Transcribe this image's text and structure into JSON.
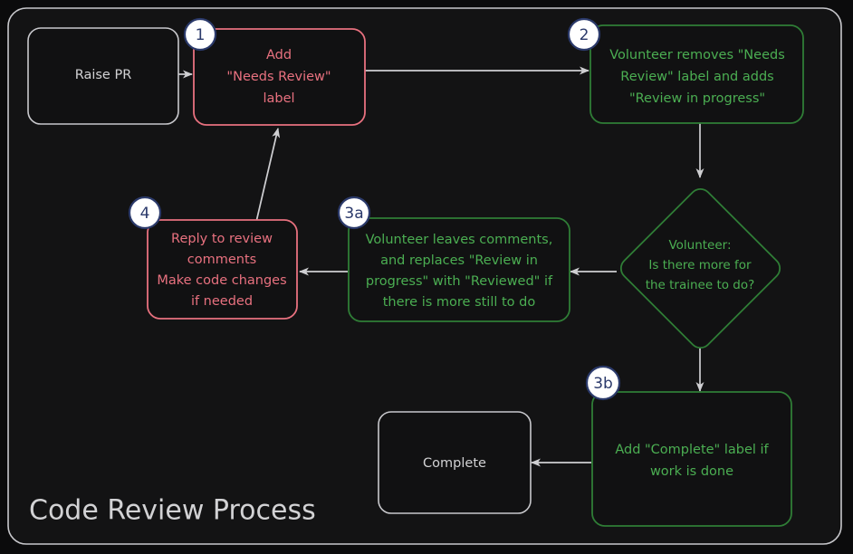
{
  "diagram": {
    "title": "Code Review Process",
    "background_color": "#0b0b0c",
    "container_border_color": "#c8c8cc",
    "colors": {
      "neutral_stroke": "#c8c8cc",
      "neutral_text": "#d2d2d4",
      "red_stroke": "#e8717f",
      "red_text": "#e8717f",
      "green_stroke": "#2f7d36",
      "green_text": "#4bae52",
      "arrow": "#cfcfd2",
      "badge_fill": "#ffffff",
      "badge_stroke": "#2b3a6b",
      "badge_text": "#2b3a6b"
    },
    "nodes": {
      "raise_pr": {
        "label": "Raise PR",
        "shape": "rounded-rect",
        "style": "neutral"
      },
      "add_needs_review": {
        "badge": "1",
        "shape": "rounded-rect",
        "style": "red",
        "lines": [
          "Add",
          "\"Needs Review\"",
          "label"
        ]
      },
      "volunteer_removes": {
        "badge": "2",
        "shape": "rounded-rect",
        "style": "green",
        "lines": [
          "Volunteer removes \"Needs",
          "Review\" label and adds",
          "\"Review in progress\""
        ]
      },
      "decision": {
        "shape": "diamond",
        "style": "green",
        "lines": [
          "Volunteer:",
          "Is there more for",
          "the trainee to do?"
        ]
      },
      "volunteer_leaves_comments": {
        "badge": "3a",
        "shape": "rounded-rect",
        "style": "green",
        "lines": [
          "Volunteer leaves comments,",
          "and replaces \"Review in",
          "progress\" with \"Reviewed\" if",
          "there is more still to do"
        ]
      },
      "reply_to_review": {
        "badge": "4",
        "shape": "rounded-rect",
        "style": "red",
        "lines": [
          "Reply to review",
          "comments",
          "Make code changes",
          "if needed"
        ]
      },
      "add_complete": {
        "badge": "3b",
        "shape": "rounded-rect",
        "style": "green",
        "lines": [
          "Add \"Complete\" label if",
          "work is done"
        ]
      },
      "complete": {
        "label": "Complete",
        "shape": "rounded-rect",
        "style": "neutral"
      }
    },
    "edges": [
      {
        "from": "raise_pr",
        "to": "add_needs_review"
      },
      {
        "from": "add_needs_review",
        "to": "volunteer_removes"
      },
      {
        "from": "volunteer_removes",
        "to": "decision"
      },
      {
        "from": "decision",
        "to": "volunteer_leaves_comments"
      },
      {
        "from": "volunteer_leaves_comments",
        "to": "reply_to_review"
      },
      {
        "from": "reply_to_review",
        "to": "add_needs_review"
      },
      {
        "from": "decision",
        "to": "add_complete"
      },
      {
        "from": "add_complete",
        "to": "complete"
      }
    ]
  }
}
